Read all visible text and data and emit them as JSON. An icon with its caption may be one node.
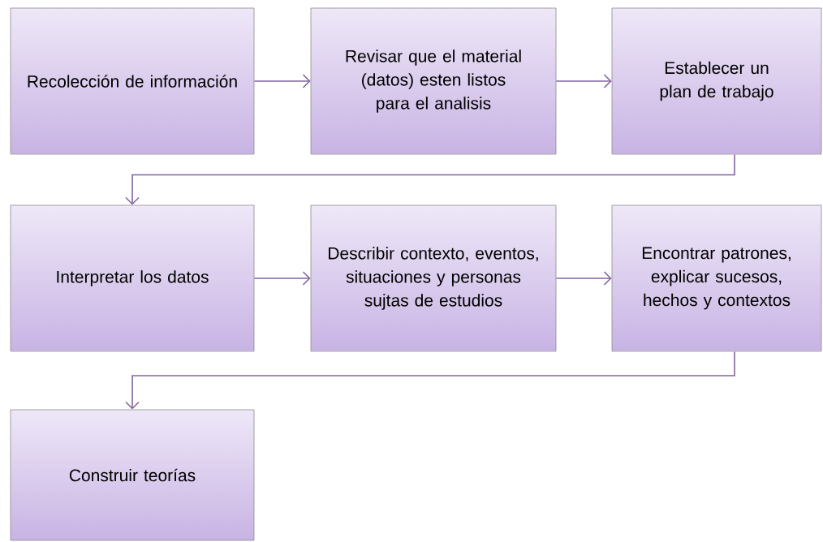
{
  "diagram": {
    "nodes": [
      {
        "text": [
          "Recolección de información"
        ]
      },
      {
        "text": [
          "Revisar que el material (datos) esten listos para el analisis"
        ]
      },
      {
        "text": [
          "Establecer un plan de trabajo"
        ]
      },
      {
        "text": [
          "Interpretar los datos"
        ]
      },
      {
        "text": [
          "Describir contexto, eventos, situaciones y personas sujtas de estudios"
        ]
      },
      {
        "text": [
          "Encontrar patrones, explicar sucesos, hechos y contextos"
        ]
      },
      {
        "text": [
          "Construir teorías"
        ]
      }
    ],
    "edges": [
      {
        "from": 0,
        "to": 1,
        "arrow": "to"
      },
      {
        "from": 1,
        "to": 2,
        "arrow": "to"
      },
      {
        "from": 2,
        "to": 3,
        "arrow": "to"
      },
      {
        "from": 3,
        "to": 4,
        "arrow": "to"
      },
      {
        "from": 4,
        "to": 5,
        "arrow": "to"
      },
      {
        "from": 5,
        "to": 6,
        "arrow": "to"
      }
    ]
  }
}
